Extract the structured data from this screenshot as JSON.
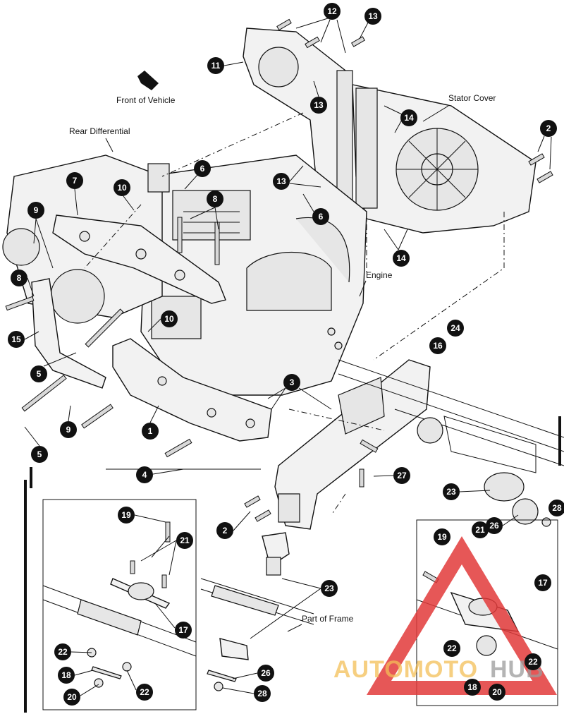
{
  "labels": {
    "front_of_vehicle": "Front of Vehicle",
    "rear_differential": "Rear Differential",
    "stator_cover": "Stator Cover",
    "engine": "Engine",
    "part_of_frame": "Part of Frame"
  },
  "callouts": [
    "12",
    "13",
    "11",
    "13",
    "14",
    "2",
    "13",
    "6",
    "7",
    "10",
    "8",
    "6",
    "9",
    "14",
    "8",
    "15",
    "10",
    "5",
    "3",
    "24",
    "16",
    "1",
    "9",
    "5",
    "4",
    "27",
    "23",
    "26",
    "28",
    "2",
    "19",
    "21",
    "17",
    "22",
    "18",
    "20",
    "22",
    "23",
    "26",
    "28",
    "19",
    "21",
    "17",
    "22",
    "18",
    "20",
    "22"
  ],
  "watermark": {
    "text_part1": "AUTOMOTO",
    "text_part2": "HUB",
    "colors": {
      "triangle": "#e23a3a",
      "text_part1": "#f2b43a",
      "text_part2": "#8a8a8a"
    }
  }
}
